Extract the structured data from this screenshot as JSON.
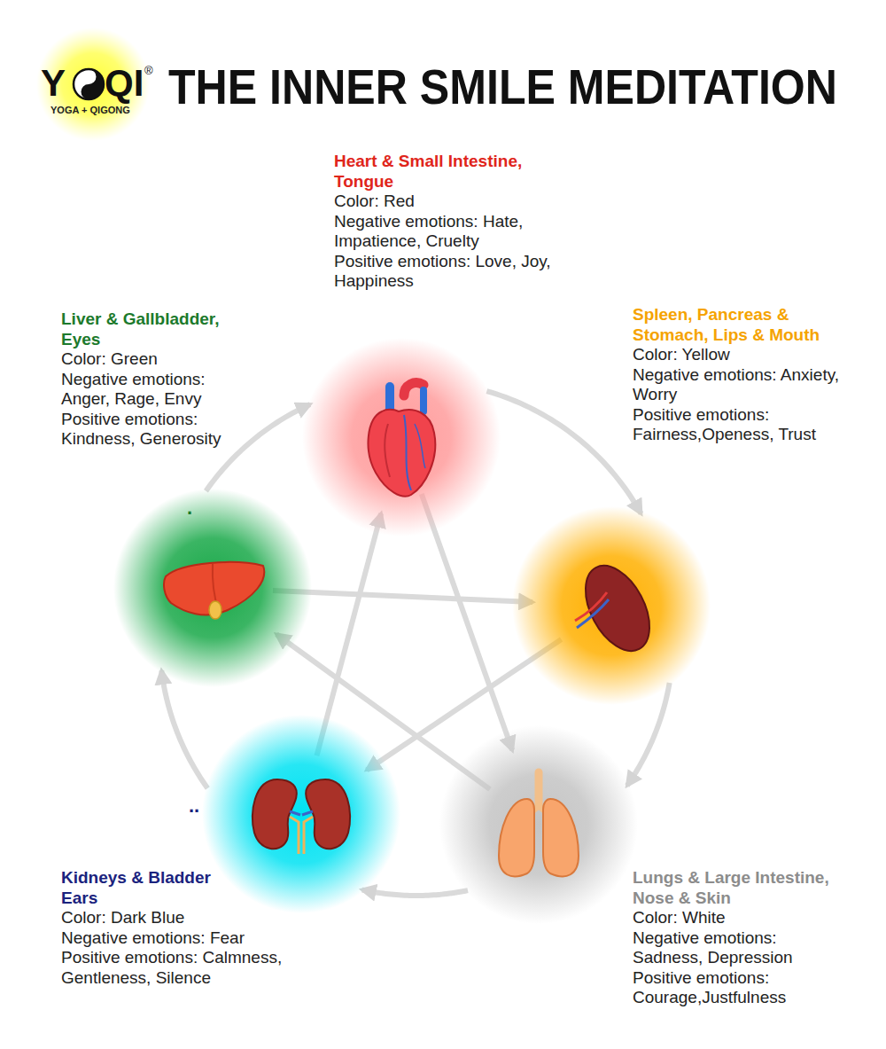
{
  "diagram": {
    "title": "THE INNER SMILE MEDITATION",
    "nodes": [
      {
        "text": [
          "Heart & Small Intestine, Tongue",
          "Color: Red",
          "Negative emotions: Hate, Impatience, Cruelty",
          "Positive emotions: Love, Joy, Happiness"
        ]
      },
      {
        "text": [
          "Liver & Gallbladder, Eyes",
          "Color: Green",
          "Negative emotions: Anger, Rage, Envy",
          "Positive emotions: Kindness, Generosity"
        ]
      },
      {
        "text": [
          "Spleen, Pancreas & Stomach, Lips & Mouth",
          "Color: Yellow",
          "Negative emotions: Anxiety, Worry",
          "Positive emotions: Fairness,Openess, Trust"
        ]
      },
      {
        "text": [
          "Kidneys & Bladder Ears",
          "Color: Dark Blue",
          "Negative emotions: Fear",
          "Positive emotions: Calmness, Gentleness, Silence"
        ]
      },
      {
        "text": [
          "Lungs & Large Intestine, Nose & Skin",
          "Color: White",
          "Negative emotions: Sadness, Depression",
          "Positive emotions: Courage,Justfulness"
        ]
      }
    ],
    "edges": [
      {
        "from": 0,
        "to": 2,
        "arrow": "to"
      },
      {
        "from": 2,
        "to": 4,
        "arrow": "to"
      },
      {
        "from": 4,
        "to": 3,
        "arrow": "to"
      },
      {
        "from": 3,
        "to": 1,
        "arrow": "to"
      },
      {
        "from": 1,
        "to": 0,
        "arrow": "to"
      },
      {
        "from": 1,
        "to": 2,
        "arrow": "to"
      },
      {
        "from": 2,
        "to": 3,
        "arrow": "to"
      },
      {
        "from": 3,
        "to": 0,
        "arrow": "to"
      },
      {
        "from": 0,
        "to": 4,
        "arrow": "to"
      },
      {
        "from": 4,
        "to": 1,
        "arrow": "to"
      }
    ],
    "labels": [
      "Y",
      "QI",
      "®",
      "YOGA + QIGONG",
      ".",
      ".."
    ]
  }
}
